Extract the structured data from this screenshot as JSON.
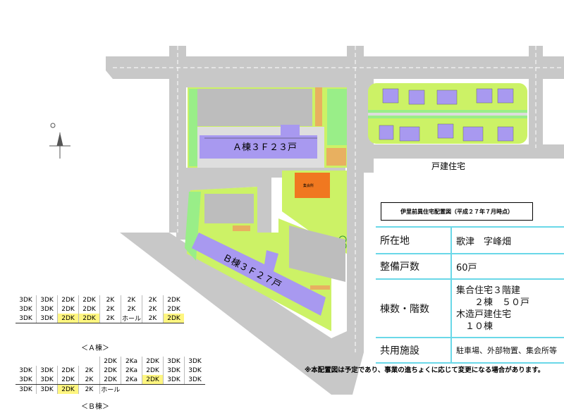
{
  "map": {
    "building_a_label": "Ａ棟３Ｆ２３戸",
    "building_b_label": "Ｂ棟３Ｆ２７戸",
    "detached_label": "戸建住宅",
    "meeting_hall_label": "集会所",
    "colors": {
      "road": "#c8c8c8",
      "lawn": "#ccf266",
      "green": "#99ee88",
      "building": "#a899f0",
      "hall": "#f07820",
      "storage": "#e8b060",
      "parking": "#bdbdbd"
    }
  },
  "title": "伊里前異住宅配置図（平成２７年７月時点）",
  "info": [
    {
      "key": "所在地",
      "value": "歌津　字峰畑"
    },
    {
      "key": "整備戸数",
      "value": "60戸"
    },
    {
      "key": "棟数・階数",
      "lines": [
        "集合住宅３階建",
        "　　２棟　５０戸",
        "木造戸建住宅",
        "　１０棟"
      ]
    },
    {
      "key": "共用施設",
      "value": "駐車場、外部物置、集会所等"
    }
  ],
  "note": "※本配置図は予定であり、事業の進ちょくに応じて変更になる場合があります。",
  "building_a_plan": {
    "caption": "＜Ａ棟＞",
    "rows": [
      [
        "3DK",
        "3DK",
        "2DK",
        "2DK",
        "2K",
        "2K",
        "2K",
        "2DK"
      ],
      [
        "3DK",
        "3DK",
        "2DK",
        "2DK",
        "2K",
        "2K",
        "2K",
        "2DK"
      ],
      [
        "3DK",
        "3DK",
        "2DK",
        "2DK",
        "2K",
        "ホール",
        "2K",
        "2DK"
      ]
    ],
    "highlight_color": "#fff680"
  },
  "building_b_plan": {
    "caption": "＜Ｂ棟＞",
    "rows": [
      [
        "",
        "",
        "",
        "",
        "2DK",
        "2Ka",
        "2DK",
        "3DK",
        "3DK"
      ],
      [
        "3DK",
        "3DK",
        "2DK",
        "2K",
        "2DK",
        "2Ka",
        "2DK",
        "3DK",
        "3DK"
      ],
      [
        "3DK",
        "3DK",
        "2DK",
        "2K",
        "2DK",
        "2Ka",
        "2DK",
        "3DK",
        "3DK"
      ],
      [
        "3DK",
        "3DK",
        "2DK",
        "2K",
        "ホール",
        "",
        "",
        "",
        ""
      ]
    ]
  }
}
